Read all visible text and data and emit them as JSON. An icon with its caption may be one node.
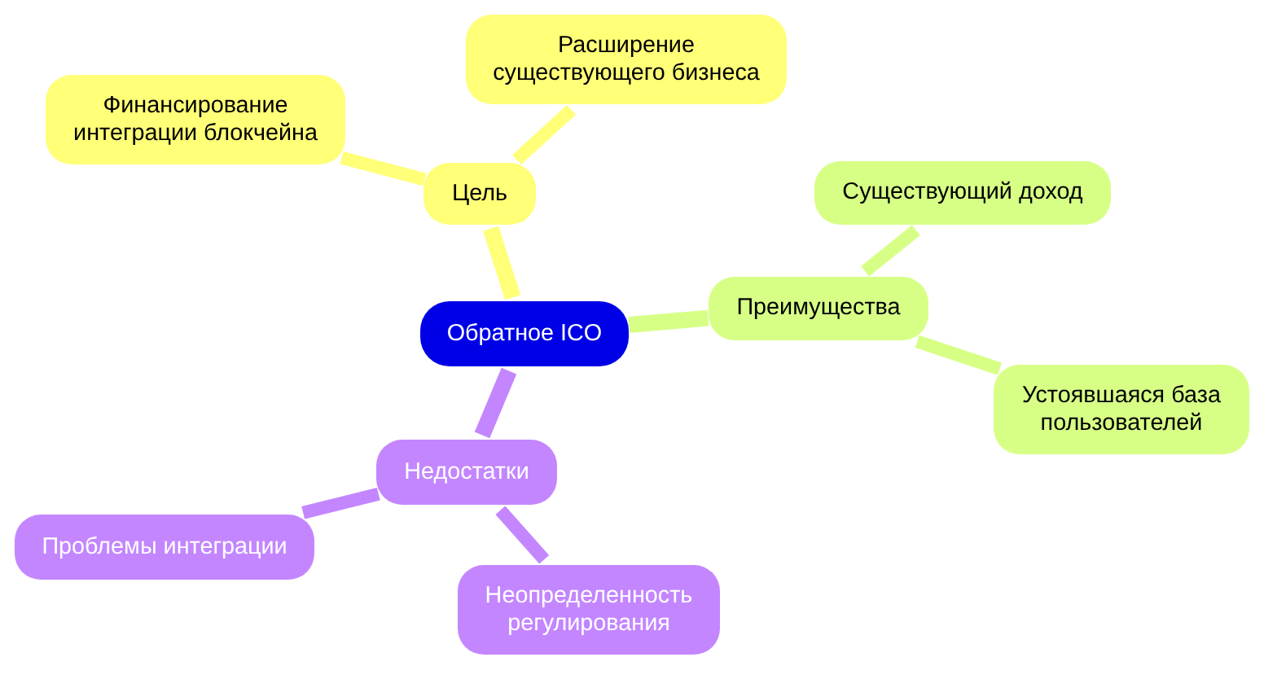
{
  "diagram": {
    "nodes": [
      {
        "text": [
          "Обратное ICO"
        ]
      },
      {
        "text": [
          "Цель"
        ]
      },
      {
        "text": [
          "Финансирование интеграции блокчейна"
        ]
      },
      {
        "text": [
          "Расширение существующего бизнеса"
        ]
      },
      {
        "text": [
          "Преимущества"
        ]
      },
      {
        "text": [
          "Существующий доход"
        ]
      },
      {
        "text": [
          "Устоявшаяся база пользователей"
        ]
      },
      {
        "text": [
          "Недостатки"
        ]
      },
      {
        "text": [
          "Проблемы интеграции"
        ]
      },
      {
        "text": [
          "Неопределенность регулирования"
        ]
      }
    ],
    "edges": [
      {
        "from": 0,
        "to": 1,
        "arrow": "none",
        "color": "#ffff78"
      },
      {
        "from": 1,
        "to": 2,
        "arrow": "none",
        "color": "#ffff78"
      },
      {
        "from": 1,
        "to": 3,
        "arrow": "none",
        "color": "#ffff78"
      },
      {
        "from": 0,
        "to": 4,
        "arrow": "none",
        "color": "#d7ff86"
      },
      {
        "from": 4,
        "to": 5,
        "arrow": "none",
        "color": "#d7ff86"
      },
      {
        "from": 4,
        "to": 6,
        "arrow": "none",
        "color": "#d7ff86"
      },
      {
        "from": 0,
        "to": 7,
        "arrow": "none",
        "color": "#c386ff"
      },
      {
        "from": 7,
        "to": 8,
        "arrow": "none",
        "color": "#c386ff"
      },
      {
        "from": 7,
        "to": 9,
        "arrow": "none",
        "color": "#c386ff"
      }
    ]
  }
}
